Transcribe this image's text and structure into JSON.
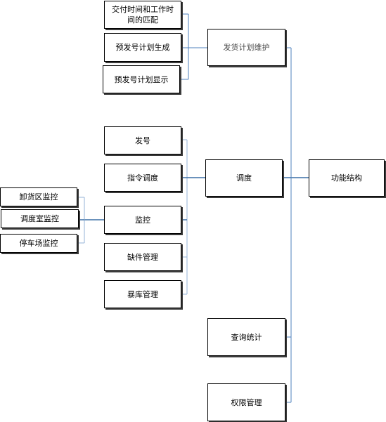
{
  "diagram": {
    "nodes": {
      "root": "功能结构",
      "shipping_plan": "发货计划维护",
      "time_match": "交付时间和工作时间的匹配",
      "pre_number_generate": "预发号计划生成",
      "pre_number_display": "预发号计划显示",
      "dispatch": "调度",
      "number_issue": "发号",
      "command_dispatch": "指令调度",
      "monitor": "监控",
      "unloading_monitor": "卸货区监控",
      "control_room_monitor": "调度室监控",
      "parking_monitor": "停车场监控",
      "missing_parts": "缺件管理",
      "warehouse_management": "暴库管理",
      "query_stats": "查询统计",
      "permission_management": "权限管理"
    },
    "colors": {
      "connector": "#4f81bd",
      "connector_light": "#95b3d7",
      "box_border": "#000000",
      "box_shadow": "#3a3a3a"
    }
  }
}
